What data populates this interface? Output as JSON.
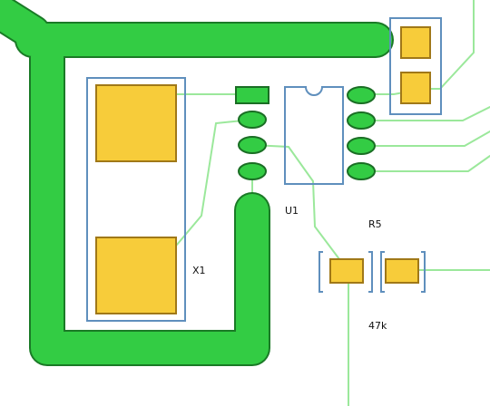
{
  "colors": {
    "background": "#ffffff",
    "copper_trace": "#33cc44",
    "copper_trace_outline": "#1a7a26",
    "signal_trace": "#9be89b",
    "pad_fill": "#f7cc3a",
    "pad_outline": "#a07818",
    "smd_pad_fill": "#33cc44",
    "smd_pad_outline": "#1a6e24",
    "silkscreen": "#5f8fbd",
    "label_text": "#111111"
  },
  "components": {
    "u1": {
      "designator": "U1",
      "type": "dip-8-ic"
    },
    "x1": {
      "designator": "X1",
      "type": "crystal"
    },
    "r5": {
      "designator": "R5",
      "value": "47k",
      "type": "smd-resistor"
    },
    "cap_top_right": {
      "designator": "",
      "type": "smd-capacitor"
    }
  }
}
